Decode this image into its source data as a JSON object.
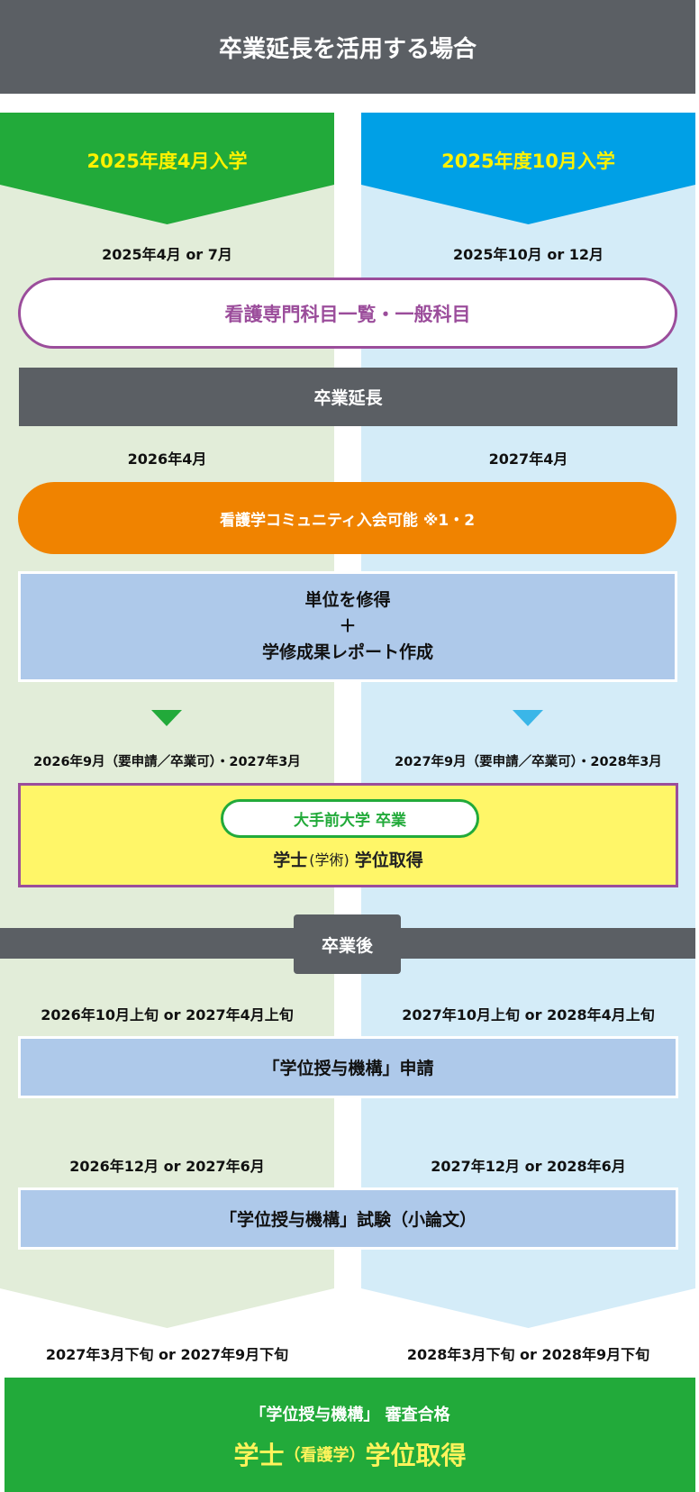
{
  "title": "卒業延長を活用する場合",
  "columns": {
    "left": {
      "header": "2025年度4月入学"
    },
    "right": {
      "header": "2025年度10月入学"
    }
  },
  "dates": {
    "enroll_left": "2025年4月 or 7月",
    "enroll_right": "2025年10月 or 12月",
    "community_left": "2026年4月",
    "community_right": "2027年4月",
    "graduate_left": "2026年9月（要申請／卒業可）・2027年3月",
    "graduate_right": "2027年9月（要申請／卒業可）・2028年3月",
    "apply_left": "2026年10月上旬 or 2027年4月上旬",
    "apply_right": "2027年10月上旬 or 2028年4月上旬",
    "exam_left": "2026年12月 or 2027年6月",
    "exam_right": "2027年12月 or 2028年6月",
    "result_left": "2027年3月下旬 or 2027年9月下旬",
    "result_right": "2028年3月下旬 or 2028年9月下旬"
  },
  "boxes": {
    "subjects": "看護専門科目一覧・一般科目",
    "extension": "卒業延長",
    "community": "看護学コミュニティ入会可能 ※1・2",
    "credits_line1": "単位を修得",
    "credits_plus": "＋",
    "credits_line2": "学修成果レポート作成",
    "graduate_badge": "大手前大学 卒業",
    "degree_main": "学士",
    "degree_field": "(学術)",
    "degree_suffix": "学位取得",
    "after_graduation": "卒業後",
    "apply": "「学位授与機構」申請",
    "exam": "「学位授与機構」試験（小論文）"
  },
  "final": {
    "line1": "「学位授与機構」 審査合格",
    "degree_main": "学士",
    "degree_field": "（看護学）",
    "degree_suffix": "学位取得"
  },
  "colors": {
    "dark_gray": "#5b5f64",
    "green": "#22aa3a",
    "blue": "#00a0e6",
    "light_green": "#e2edd9",
    "light_blue": "#d4ecf8",
    "purple": "#9b4d9b",
    "orange": "#f08300",
    "steel_blue": "#aec9ea",
    "yellow": "#fff668",
    "header_text_yellow": "#fff200",
    "final_text_yellow": "#fff35b"
  }
}
